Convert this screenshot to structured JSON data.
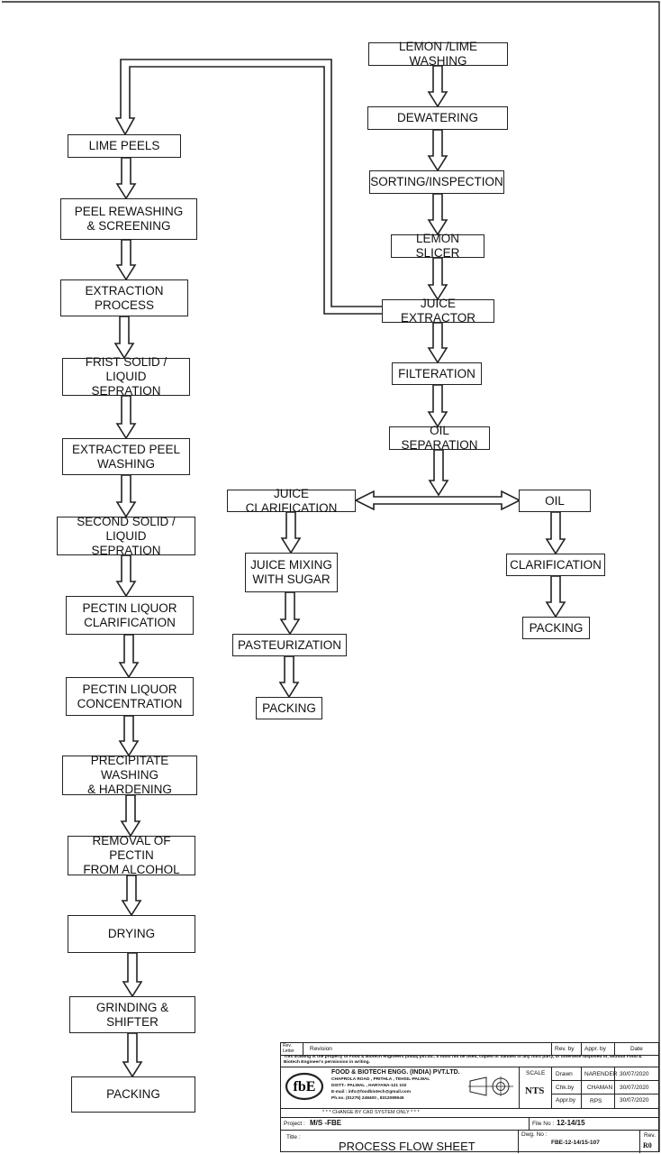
{
  "flow": {
    "left": [
      "LIME PEELS",
      "PEEL REWASHING\n& SCREENING",
      "EXTRACTION PROCESS",
      "FRIST SOLID / LIQUID\nSEPRATION",
      "EXTRACTED PEEL\nWASHING",
      "SECOND SOLID / LIQUID\nSEPRATION",
      "PECTIN LIQUOR\nCLARIFICATION",
      "PECTIN LIQUOR\nCONCENTRATION",
      "PRECIPITATE WASHING\n& HARDENING",
      "REMOVAL OF PECTIN\nFROM ALCOHOL",
      "DRYING",
      "GRINDING & SHIFTER",
      "PACKING"
    ],
    "right": [
      "LEMON /LIME WASHING",
      "DEWATERING",
      "SORTING/INSPECTION",
      "LEMON SLICER",
      "JUICE EXTRACTOR",
      "FILTERATION",
      "OIL SEPARATION"
    ],
    "juice": [
      "JUICE CLARIFICATION",
      "JUICE MIXING\nWITH SUGAR",
      "PASTEURIZATION",
      "PACKING"
    ],
    "oil": [
      "OIL",
      "CLARIFICATION",
      "PACKING"
    ]
  },
  "title_block": {
    "rev_letter": "Rev.\nLetter",
    "revision": "Revision",
    "rev_by": "Rev. by",
    "appr_by": "Appr. by",
    "date_hdr": "Date",
    "notice": "This drawing is the property of Food & Biotech engineers (India) pvt.ltd.. It must not be used, copied or handed to any third party, or otherwise disposed of, without Food & Biotech Engineer's permission in writing.",
    "company": "FOOD & BIOTECH ENGG. (INDIA) PVT.LTD.",
    "address1": "CHAPROLA ROAD , PRITHLA , TEHSIL-PALWAL",
    "address2": "DISTT.- PALWAL , HARYANA-121 102",
    "email": "E-mail : info@foodbiotech@gmail.com",
    "phone": "Ph.no. (01275) 248400 , 8312089945",
    "logo_text": "fbE",
    "scale_label": "SCALE",
    "scale_value": "NTS",
    "drawn_label": "Drawn",
    "drawn_name": "NARENDER",
    "drawn_date": "30/07/2020",
    "chk_label": "Chk.by",
    "chk_name": "CHAMAN",
    "chk_date": "30/07/2020",
    "appr_label": "Appr.by",
    "appr_name": "RPS",
    "appr_date": "30/07/2020",
    "cad_note": "* * * CHANGE BY CAD SYSTEM ONLY * * *",
    "project_label": "Project :",
    "project_value": "M/S -FBE",
    "file_label": "File No :",
    "file_value": "12-14/15",
    "title_label": "Title :",
    "title_value": "PROCESS FLOW SHEET",
    "dwg_label": "Dwg. No :",
    "dwg_value": "FBE-12-14/15-107",
    "rev_label": "Rev.",
    "rev_value": "R0"
  }
}
